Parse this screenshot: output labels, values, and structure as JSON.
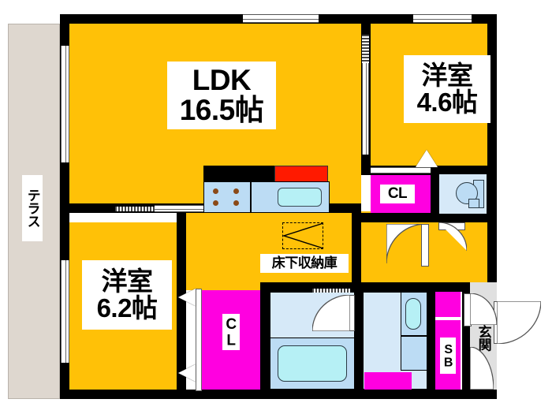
{
  "plan": {
    "type": "japanese-floor-plan",
    "title": "間取り図",
    "unit": "帖",
    "colors": {
      "room_floor": "#FFC107",
      "wall": "#000000",
      "terrace": "#ded7cf",
      "closet": "#FF00E0",
      "water_area": "#d6e9f8",
      "tub_water": "#b6f0f5",
      "kitchen_panel": "#FF1A00",
      "genkan_floor": "#e0e0e0",
      "label_bg": "#ffffff"
    }
  },
  "rooms": [
    {
      "id": "terrace",
      "name": "terrace",
      "label": "テラス",
      "orientation": "vertical",
      "area": null
    },
    {
      "id": "ldk",
      "name": "living-dining-kitchen",
      "label_line1": "LDK",
      "label_line2": "16.5帖",
      "size": 16.5
    },
    {
      "id": "bedroom1",
      "name": "western-room-north-east",
      "label_line1": "洋室",
      "label_line2": "4.6帖",
      "size": 4.6
    },
    {
      "id": "bedroom2",
      "name": "western-room-south-west",
      "label_line1": "洋室",
      "label_line2": "6.2帖",
      "size": 6.2
    },
    {
      "id": "closet1",
      "name": "closet-bedroom1",
      "label": "CL",
      "orientation": "horizontal"
    },
    {
      "id": "closet2",
      "name": "closet-bedroom2",
      "label": "CL",
      "orientation": "vertical"
    },
    {
      "id": "under_floor_storage",
      "name": "under-floor-storage",
      "label": "床下収納庫"
    },
    {
      "id": "genkan",
      "name": "entrance",
      "label": "玄関",
      "orientation": "vertical"
    },
    {
      "id": "shoebox",
      "name": "shoe-box",
      "label": "SB",
      "orientation": "vertical"
    }
  ],
  "fixtures": [
    {
      "id": "stove",
      "name": "gas-cooktop-4-burner",
      "burners": 4
    },
    {
      "id": "sink",
      "name": "kitchen-sink"
    },
    {
      "id": "range-panel",
      "name": "kitchen-fire-panel"
    },
    {
      "id": "toilet",
      "name": "toilet-bowl"
    },
    {
      "id": "bathtub",
      "name": "bathtub"
    },
    {
      "id": "washbasin",
      "name": "wash-basin"
    },
    {
      "id": "washer",
      "name": "washing-machine-space"
    }
  ],
  "openings": [
    {
      "id": "win-ldk-north",
      "name": "window-ldk-north",
      "kind": "window",
      "orientation": "horizontal"
    },
    {
      "id": "win-be1-north",
      "name": "window-bedroom1-north",
      "kind": "window",
      "orientation": "horizontal"
    },
    {
      "id": "win-ldk-west",
      "name": "window-ldk-west",
      "kind": "sliding-glass",
      "orientation": "vertical"
    },
    {
      "id": "win-be2-west",
      "name": "window-bedroom2-west",
      "kind": "sliding-glass",
      "orientation": "vertical"
    },
    {
      "id": "sld-ldk-be1",
      "name": "sliding-door-ldk-bedroom1",
      "kind": "sliding",
      "orientation": "vertical"
    },
    {
      "id": "sld-ldk-be2",
      "name": "sliding-door-ldk-bedroom2",
      "kind": "sliding",
      "orientation": "horizontal"
    },
    {
      "id": "dr-toilet",
      "name": "door-toilet",
      "kind": "swing"
    },
    {
      "id": "dr-hall",
      "name": "door-hall",
      "kind": "swing"
    },
    {
      "id": "dr-bath",
      "name": "door-bathroom",
      "kind": "swing"
    },
    {
      "id": "dr-genkan",
      "name": "door-entrance",
      "kind": "swing"
    },
    {
      "id": "dr-washroom",
      "name": "door-washroom",
      "kind": "swing"
    }
  ]
}
